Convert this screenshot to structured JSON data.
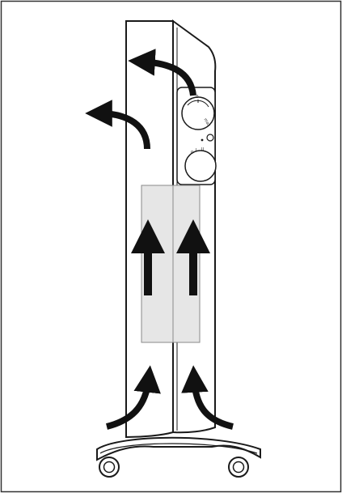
{
  "figure": {
    "description_labels": [],
    "dial_top": {
      "marks": [
        "0",
        "max"
      ]
    },
    "dial_bottom": {
      "marks": [
        "0",
        "I",
        "II"
      ]
    }
  },
  "colors": {
    "line": "#1a1a1a",
    "panel_fill": "#ffffff",
    "window_fill": "#e6e6e6",
    "window_stroke": "#8a8a8a",
    "arrow": "#111111",
    "frame": "#333333"
  }
}
